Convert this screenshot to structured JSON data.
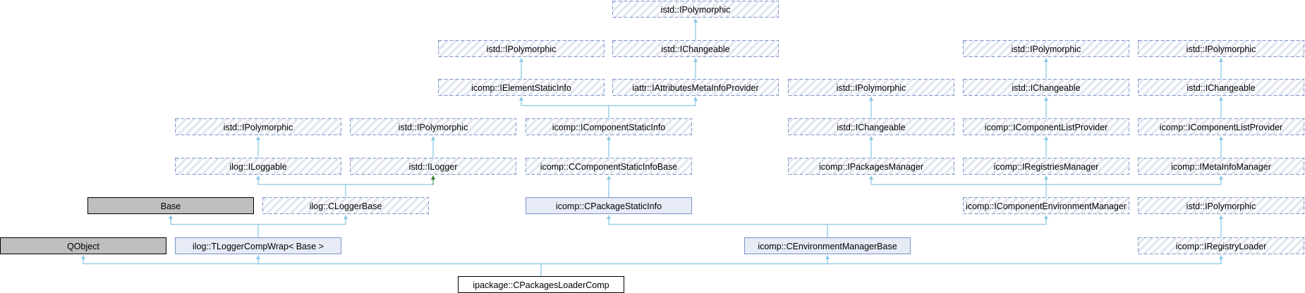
{
  "diagram": {
    "title": "Inheritance diagram for ipackage::CPackagesLoaderComp",
    "colors": {
      "edge": "#8bc8e6",
      "dashed_border": "#7b93c8",
      "documented_fill": "#e6ebf5",
      "external_fill": "#bfbfbf",
      "template_edge": "#2d7a1a"
    },
    "nodes": [
      {
        "id": "poly0",
        "label": "istd::IPolymorphic",
        "style": "hatched"
      },
      {
        "id": "poly1a",
        "label": "istd::IPolymorphic",
        "style": "hatched"
      },
      {
        "id": "chg1",
        "label": "istd::IChangeable",
        "style": "hatched"
      },
      {
        "id": "poly1b",
        "label": "istd::IPolymorphic",
        "style": "hatched"
      },
      {
        "id": "poly1c",
        "label": "istd::IPolymorphic",
        "style": "hatched"
      },
      {
        "id": "elem",
        "label": "icomp::IElementStaticInfo",
        "style": "hatched"
      },
      {
        "id": "attr",
        "label": "iattr::IAttributesMetaInfoProvider",
        "style": "hatched"
      },
      {
        "id": "poly2",
        "label": "istd::IPolymorphic",
        "style": "hatched"
      },
      {
        "id": "chg2b",
        "label": "istd::IChangeable",
        "style": "hatched"
      },
      {
        "id": "chg2c",
        "label": "istd::IChangeable",
        "style": "hatched"
      },
      {
        "id": "poly3a",
        "label": "istd::IPolymorphic",
        "style": "hatched"
      },
      {
        "id": "poly3b",
        "label": "istd::IPolymorphic",
        "style": "hatched"
      },
      {
        "id": "compsi",
        "label": "icomp::IComponentStaticInfo",
        "style": "hatched"
      },
      {
        "id": "chg3",
        "label": "istd::IChangeable",
        "style": "hatched"
      },
      {
        "id": "clp1",
        "label": "icomp::IComponentListProvider",
        "style": "hatched"
      },
      {
        "id": "clp2",
        "label": "icomp::IComponentListProvider",
        "style": "hatched"
      },
      {
        "id": "loggable",
        "label": "ilog::ILoggable",
        "style": "hatched"
      },
      {
        "id": "logger",
        "label": "istd::ILogger",
        "style": "hatched"
      },
      {
        "id": "ccsib",
        "label": "icomp::CComponentStaticInfoBase",
        "style": "hatched"
      },
      {
        "id": "pkgmgr",
        "label": "icomp::IPackagesManager",
        "style": "hatched"
      },
      {
        "id": "regmgr",
        "label": "icomp::IRegistriesManager",
        "style": "hatched"
      },
      {
        "id": "metamgr",
        "label": "icomp::IMetaInfoManager",
        "style": "hatched"
      },
      {
        "id": "base",
        "label": "Base",
        "style": "external"
      },
      {
        "id": "cloggerbase",
        "label": "ilog::CLoggerBase",
        "style": "hatched"
      },
      {
        "id": "cpsi",
        "label": "icomp::CPackageStaticInfo",
        "style": "documented"
      },
      {
        "id": "icem",
        "label": "icomp::IComponentEnvironmentManager",
        "style": "hatched"
      },
      {
        "id": "poly5",
        "label": "istd::IPolymorphic",
        "style": "hatched"
      },
      {
        "id": "qobject",
        "label": "QObject",
        "style": "external"
      },
      {
        "id": "tlcw",
        "label": "ilog::TLoggerCompWrap< Base >",
        "style": "documented"
      },
      {
        "id": "cemb",
        "label": "icomp::CEnvironmentManagerBase",
        "style": "documented"
      },
      {
        "id": "regloader",
        "label": "icomp::IRegistryLoader",
        "style": "hatched"
      },
      {
        "id": "main",
        "label": "ipackage::CPackagesLoaderComp",
        "style": "current"
      }
    ],
    "edges": [
      {
        "child": "chg1",
        "parents": [
          "poly0"
        ]
      },
      {
        "child": "elem",
        "parents": [
          "poly1a"
        ]
      },
      {
        "child": "attr",
        "parents": [
          "chg1"
        ]
      },
      {
        "child": "chg2b",
        "parents": [
          "poly1b"
        ]
      },
      {
        "child": "chg2c",
        "parents": [
          "poly1c"
        ]
      },
      {
        "child": "compsi",
        "parents": [
          "elem",
          "attr"
        ]
      },
      {
        "child": "chg3",
        "parents": [
          "poly2"
        ]
      },
      {
        "child": "clp1",
        "parents": [
          "chg2b"
        ]
      },
      {
        "child": "clp2",
        "parents": [
          "chg2c"
        ]
      },
      {
        "child": "loggable",
        "parents": [
          "poly3a"
        ]
      },
      {
        "child": "logger",
        "parents": [
          "poly3b"
        ]
      },
      {
        "child": "ccsib",
        "parents": [
          "compsi"
        ]
      },
      {
        "child": "pkgmgr",
        "parents": [
          "chg3"
        ]
      },
      {
        "child": "regmgr",
        "parents": [
          "clp1"
        ]
      },
      {
        "child": "metamgr",
        "parents": [
          "clp2"
        ]
      },
      {
        "child": "cloggerbase",
        "parents": [
          "loggable",
          "logger"
        ],
        "template_parent": "logger"
      },
      {
        "child": "cpsi",
        "parents": [
          "ccsib"
        ]
      },
      {
        "child": "icem",
        "parents": [
          "pkgmgr",
          "regmgr",
          "metamgr"
        ]
      },
      {
        "child": "regloader",
        "parents": [
          "poly5"
        ]
      },
      {
        "child": "tlcw",
        "parents": [
          "base",
          "cloggerbase"
        ]
      },
      {
        "child": "cemb",
        "parents": [
          "cpsi",
          "icem"
        ]
      },
      {
        "child": "main",
        "parents": [
          "qobject",
          "tlcw",
          "cemb",
          "regloader"
        ]
      }
    ]
  }
}
